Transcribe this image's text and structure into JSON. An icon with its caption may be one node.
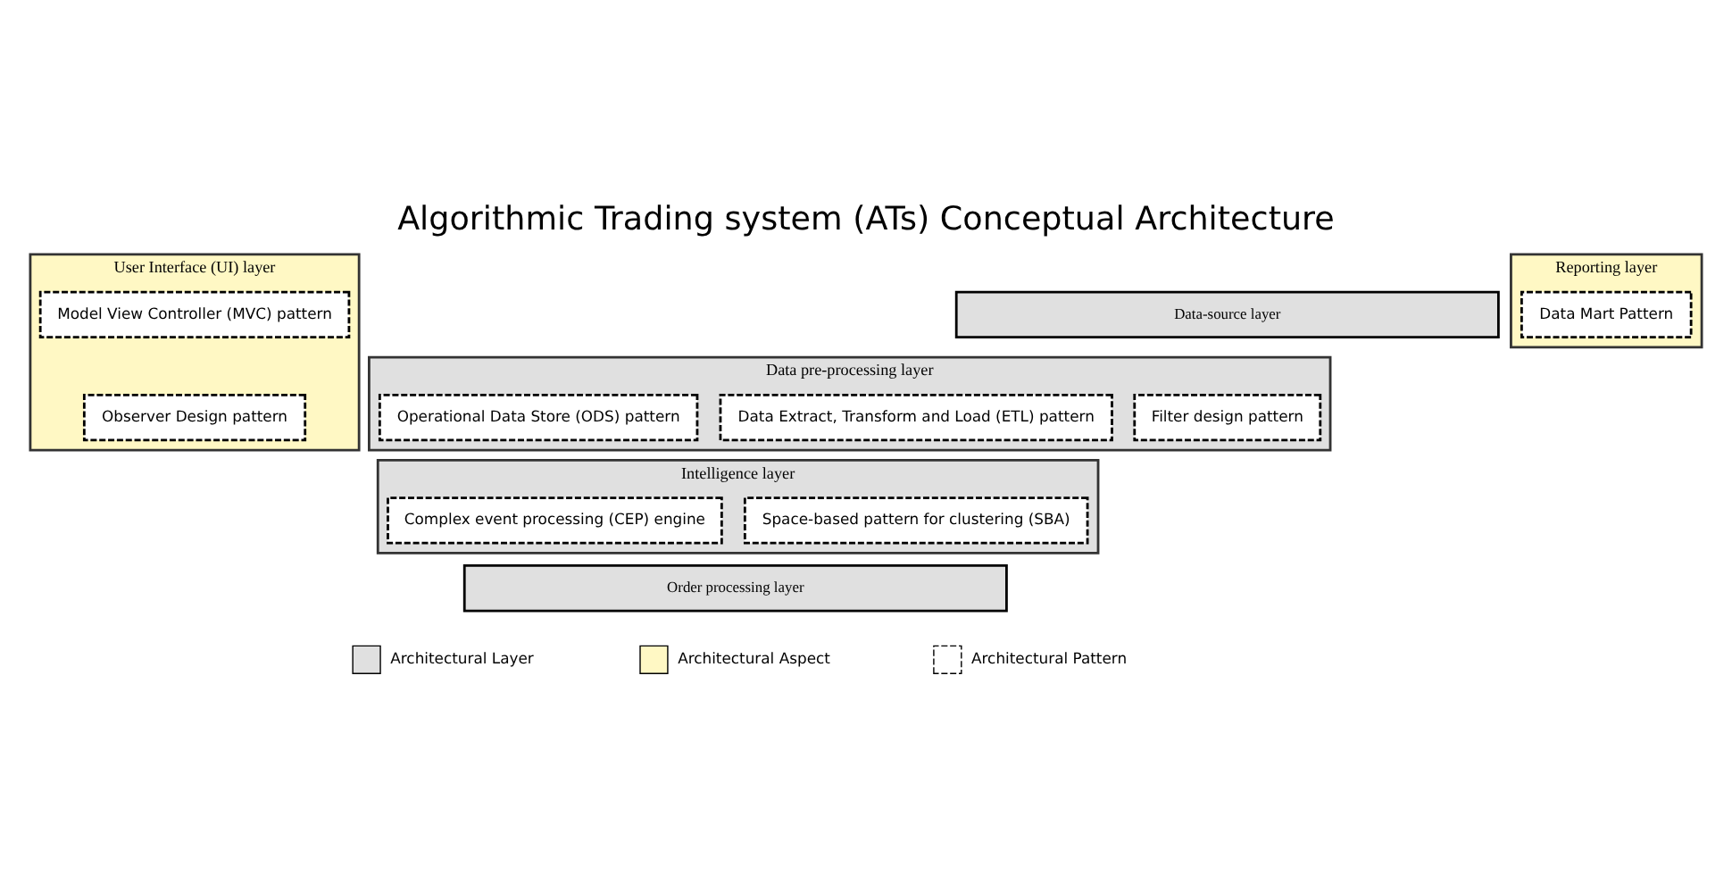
{
  "diagram": {
    "title": "Algorithmic Trading system (ATs) Conceptual Architecture",
    "nodes": [
      {
        "text": [
          "User Interface (UI) layer"
        ]
      },
      {
        "text": [
          "Model View Controller (MVC) pattern"
        ],
        "in": 0
      },
      {
        "text": [
          "Observer Design pattern"
        ],
        "in": 0
      },
      {
        "text": [
          "Data-source layer"
        ]
      },
      {
        "text": [
          "Data pre-processing layer"
        ]
      },
      {
        "text": [
          "Filter design pattern"
        ],
        "in": 4
      },
      {
        "text": [
          "Data Extract, Transform and Load (ETL) pattern"
        ],
        "in": 4
      },
      {
        "text": [
          "Operational Data Store (ODS) pattern"
        ],
        "in": 4
      },
      {
        "text": [
          "Intelligence layer"
        ]
      },
      {
        "text": [
          "Space-based pattern for clustering (SBA)"
        ],
        "in": 8
      },
      {
        "text": [
          "Complex event processing (CEP) engine"
        ],
        "in": 8
      },
      {
        "text": [
          "Order processing layer"
        ]
      },
      {
        "text": [
          "Reporting layer"
        ]
      },
      {
        "text": [
          "Data Mart Pattern"
        ],
        "in": 12
      }
    ],
    "edges": [],
    "legend": [
      {
        "text": "Architectural Layer",
        "color": "#e0e0e0"
      },
      {
        "text": "Architectural Aspect",
        "color": "#fff8c4"
      },
      {
        "text": "Architectural Pattern"
      }
    ]
  }
}
